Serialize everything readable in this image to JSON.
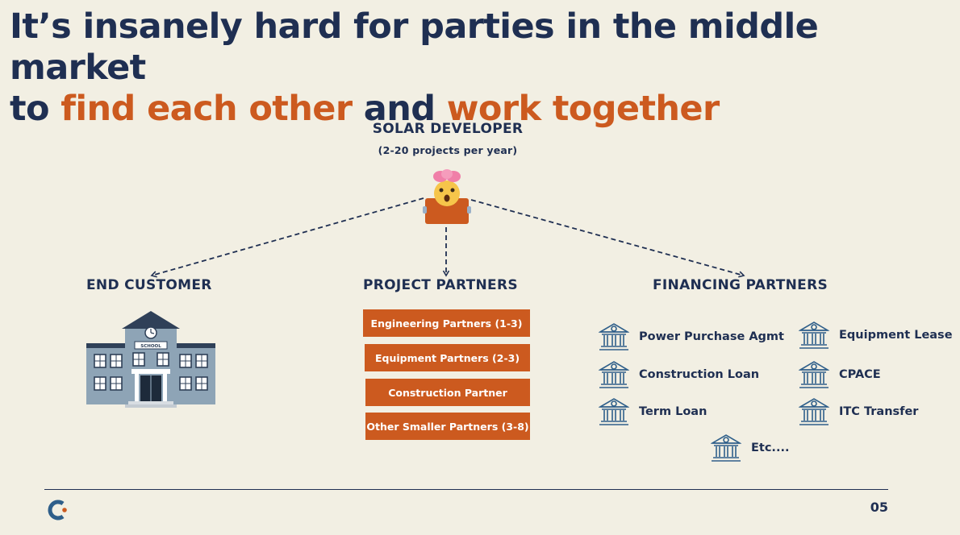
{
  "headline": {
    "part1": "It’s insanely hard for parties in the middle market",
    "part2": "to ",
    "highlight1": "find each other",
    "part3": " and ",
    "highlight2": "work together"
  },
  "developer": {
    "title": "SOLAR DEVELOPER",
    "subtitle": "(2-20 projects per year)"
  },
  "sections": {
    "end_customer": "END CUSTOMER",
    "project_partners": "PROJECT PARTNERS",
    "financing_partners": "FINANCING PARTNERS"
  },
  "school_sign": "SCHOOL",
  "project_partners": [
    "Engineering Partners (1-3)",
    "Equipment Partners (2-3)",
    "Construction Partner",
    "Other Smaller Partners (3-8)"
  ],
  "financing_partners": [
    "Power Purchase Agmt",
    "Equipment Lease",
    "Construction Loan",
    "CPACE",
    "Term Loan",
    "ITC Transfer",
    "Etc...."
  ],
  "footer": {
    "page_number": "05"
  },
  "colors": {
    "navy": "#1f2f52",
    "orange": "#cc5a1f",
    "background": "#f2efe3",
    "bank_icon": "#2f5f8a"
  },
  "icons": {
    "developer": "exploding-head-avatar-icon",
    "end_customer": "school-building-icon",
    "financing": "bank-icon",
    "logo": "company-logo-icon"
  }
}
